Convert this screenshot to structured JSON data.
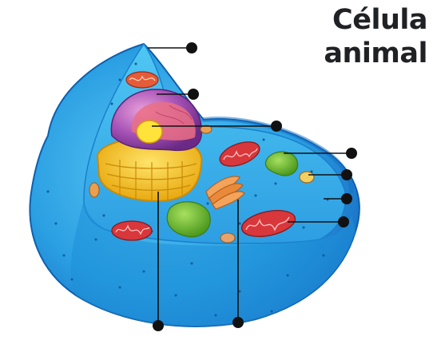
{
  "title": {
    "line1": "Célula",
    "line2": "animal"
  },
  "colors": {
    "cytoplasm": "#2aa7e6",
    "cytoplasm_dark": "#1676c7",
    "membrane_top": "#39c2f0",
    "nucleus_purple": "#8e3fa6",
    "nucleolus": "#f6c81c",
    "er_yellow": "#f2c21a",
    "mitochondria": "#d8373b",
    "vacuole_green": "#6db82e",
    "golgi_orange": "#e88a3a",
    "pointer": "#111111"
  },
  "diagram": {
    "markers": [
      "marker-1",
      "marker-2",
      "marker-3",
      "marker-4",
      "marker-5",
      "marker-6",
      "marker-7",
      "marker-8",
      "marker-9"
    ]
  }
}
